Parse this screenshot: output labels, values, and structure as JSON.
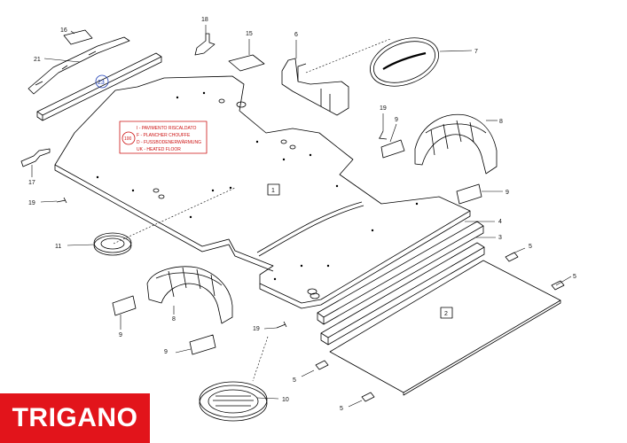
{
  "brand": {
    "logo_text": "TRIGANO",
    "logo_color": "#e2141b"
  },
  "callouts": {
    "c1": "1",
    "c2": "2",
    "c3": "3",
    "c4": "4",
    "c5a": "5",
    "c5b": "5",
    "c5c": "5",
    "c5d": "5",
    "c6": "6",
    "c7": "7",
    "c8a": "8",
    "c8b": "8",
    "c9a": "9",
    "c9b": "9",
    "c9c": "9",
    "c9d": "9",
    "c10": "10",
    "c11": "11",
    "c15": "15",
    "c16": "16",
    "c17": "17",
    "c18": "18",
    "c19a": "19",
    "c19b": "19",
    "c19c": "19",
    "c21": "21",
    "c23": "23"
  },
  "heated_floor_note": {
    "badge": "100",
    "lines": [
      "I - PAVIMENTO RISCALDATO",
      "F - PLANCHER CHOUFFE",
      "D - FUSSBODENERWÄRMUNG",
      "UK - HEATED FLOOR"
    ],
    "color": "#cc1111"
  }
}
